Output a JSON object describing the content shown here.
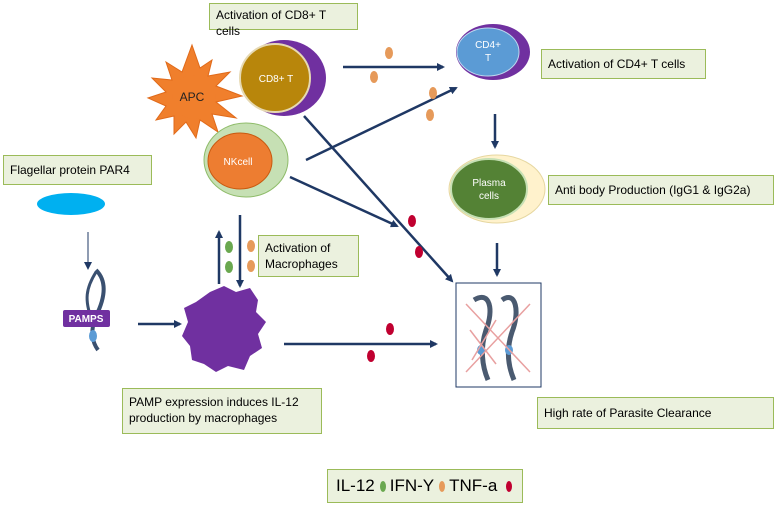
{
  "labels": {
    "cd8_activation": "Activation of CD8+ T cells",
    "cd4_activation": "Activation of CD4+ T cells",
    "flagellar": "Flagellar protein PAR4",
    "antibody": "Anti body Production (IgG1 & IgG2a)",
    "macrophage_activation": "Activation of Macrophages",
    "pamp_expression": "PAMP expression induces IL-12 production by macrophages",
    "clearance": "High rate of Parasite Clearance"
  },
  "cells": {
    "apc": "APC",
    "cd8": "CD8+ T",
    "cd4": "CD4+ T",
    "nk": "NKcell",
    "plasma": "Plasma cells",
    "pamps": "PAMPS"
  },
  "legend": {
    "il12": "IL-12",
    "ifn": "IFN-Y",
    "tnf": "TNF-a"
  },
  "colors": {
    "il12": "#6aa84f",
    "ifn": "#e69a5a",
    "tnf": "#c00030",
    "arrow": "#1f3864",
    "box_fill": "#ebf1de",
    "box_border": "#9bbb59"
  }
}
